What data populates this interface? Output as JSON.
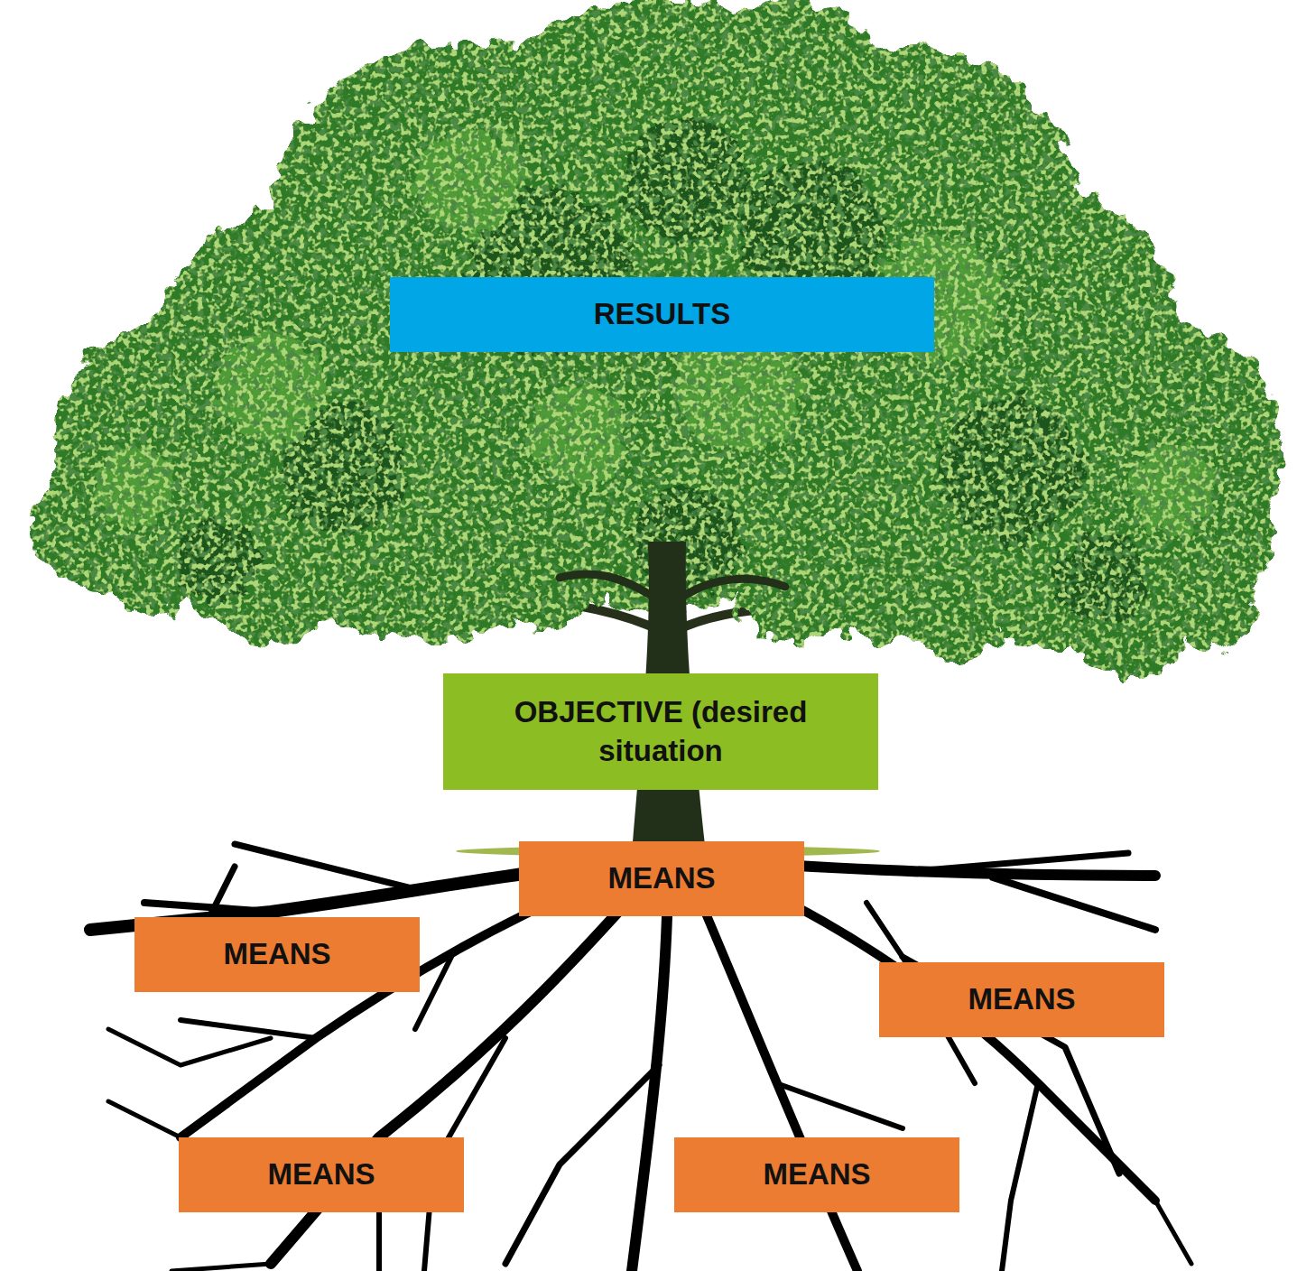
{
  "diagram": {
    "nodes": [
      {
        "text": [
          "RESULTS"
        ]
      },
      {
        "text": [
          "OBJECTIVE (desired situation"
        ]
      },
      {
        "text": [
          "MEANS"
        ]
      },
      {
        "text": [
          "MEANS"
        ]
      },
      {
        "text": [
          "MEANS"
        ]
      },
      {
        "text": [
          "MEANS"
        ]
      },
      {
        "text": [
          "MEANS"
        ]
      }
    ]
  }
}
